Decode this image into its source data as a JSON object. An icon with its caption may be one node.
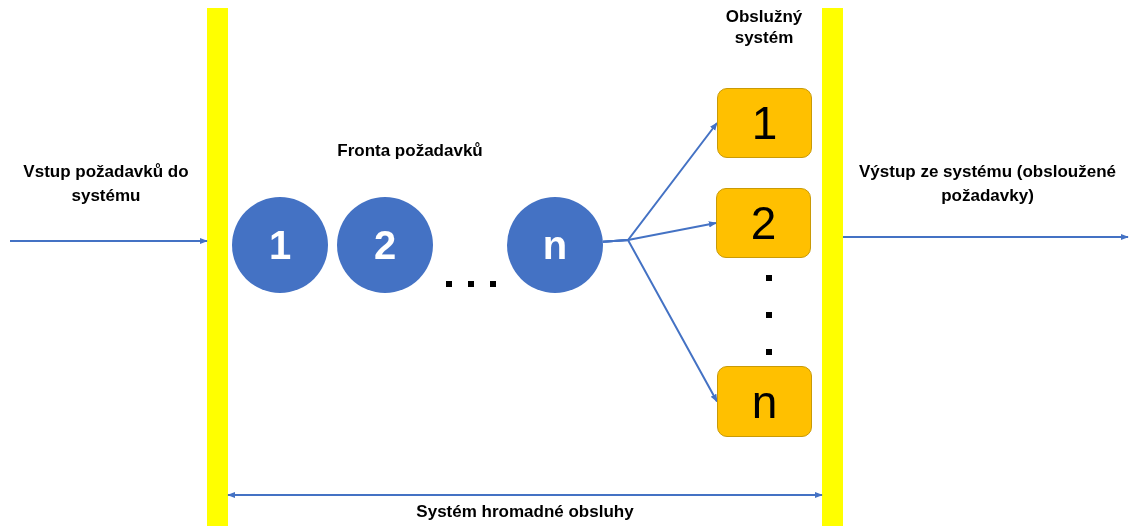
{
  "diagram": {
    "nodes": [
      {
        "text": [],
        "shape": "bar"
      },
      {
        "text": [],
        "shape": "bar"
      },
      {
        "text": [
          "1"
        ]
      },
      {
        "text": [
          "2"
        ]
      },
      {
        "text": [
          "n"
        ]
      },
      {
        "text": [
          "1"
        ]
      },
      {
        "text": [
          "2"
        ]
      },
      {
        "text": [
          "n"
        ]
      }
    ],
    "edges": [
      {
        "from": null,
        "to": 0,
        "arrow": "to"
      },
      {
        "from": 4,
        "to": 5,
        "arrow": "to"
      },
      {
        "from": 4,
        "to": 6,
        "arrow": "to"
      },
      {
        "from": 4,
        "to": 7,
        "arrow": "to"
      },
      {
        "from": 1,
        "to": null,
        "arrow": "to"
      },
      {
        "from": 0,
        "to": 1,
        "arrow": "both",
        "label": "Systém hromadné obsluhy"
      }
    ],
    "labels": [
      "Obslužný systém",
      "Fronta požadavků",
      "Vstup požadavků do systému",
      "Výstup ze systému (obsloužené požadavky)"
    ]
  }
}
